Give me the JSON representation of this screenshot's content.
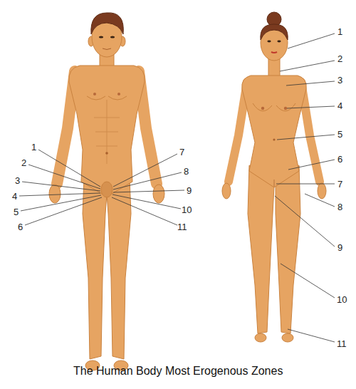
{
  "diagram": {
    "caption": "The Human Body Most Erogenous Zones",
    "labels": [
      "1",
      "2",
      "3",
      "4",
      "5",
      "6",
      "7",
      "8",
      "9",
      "10",
      "11",
      "1",
      "2",
      "3",
      "4",
      "5",
      "6",
      "7",
      "8",
      "9",
      "10",
      "11"
    ]
  }
}
